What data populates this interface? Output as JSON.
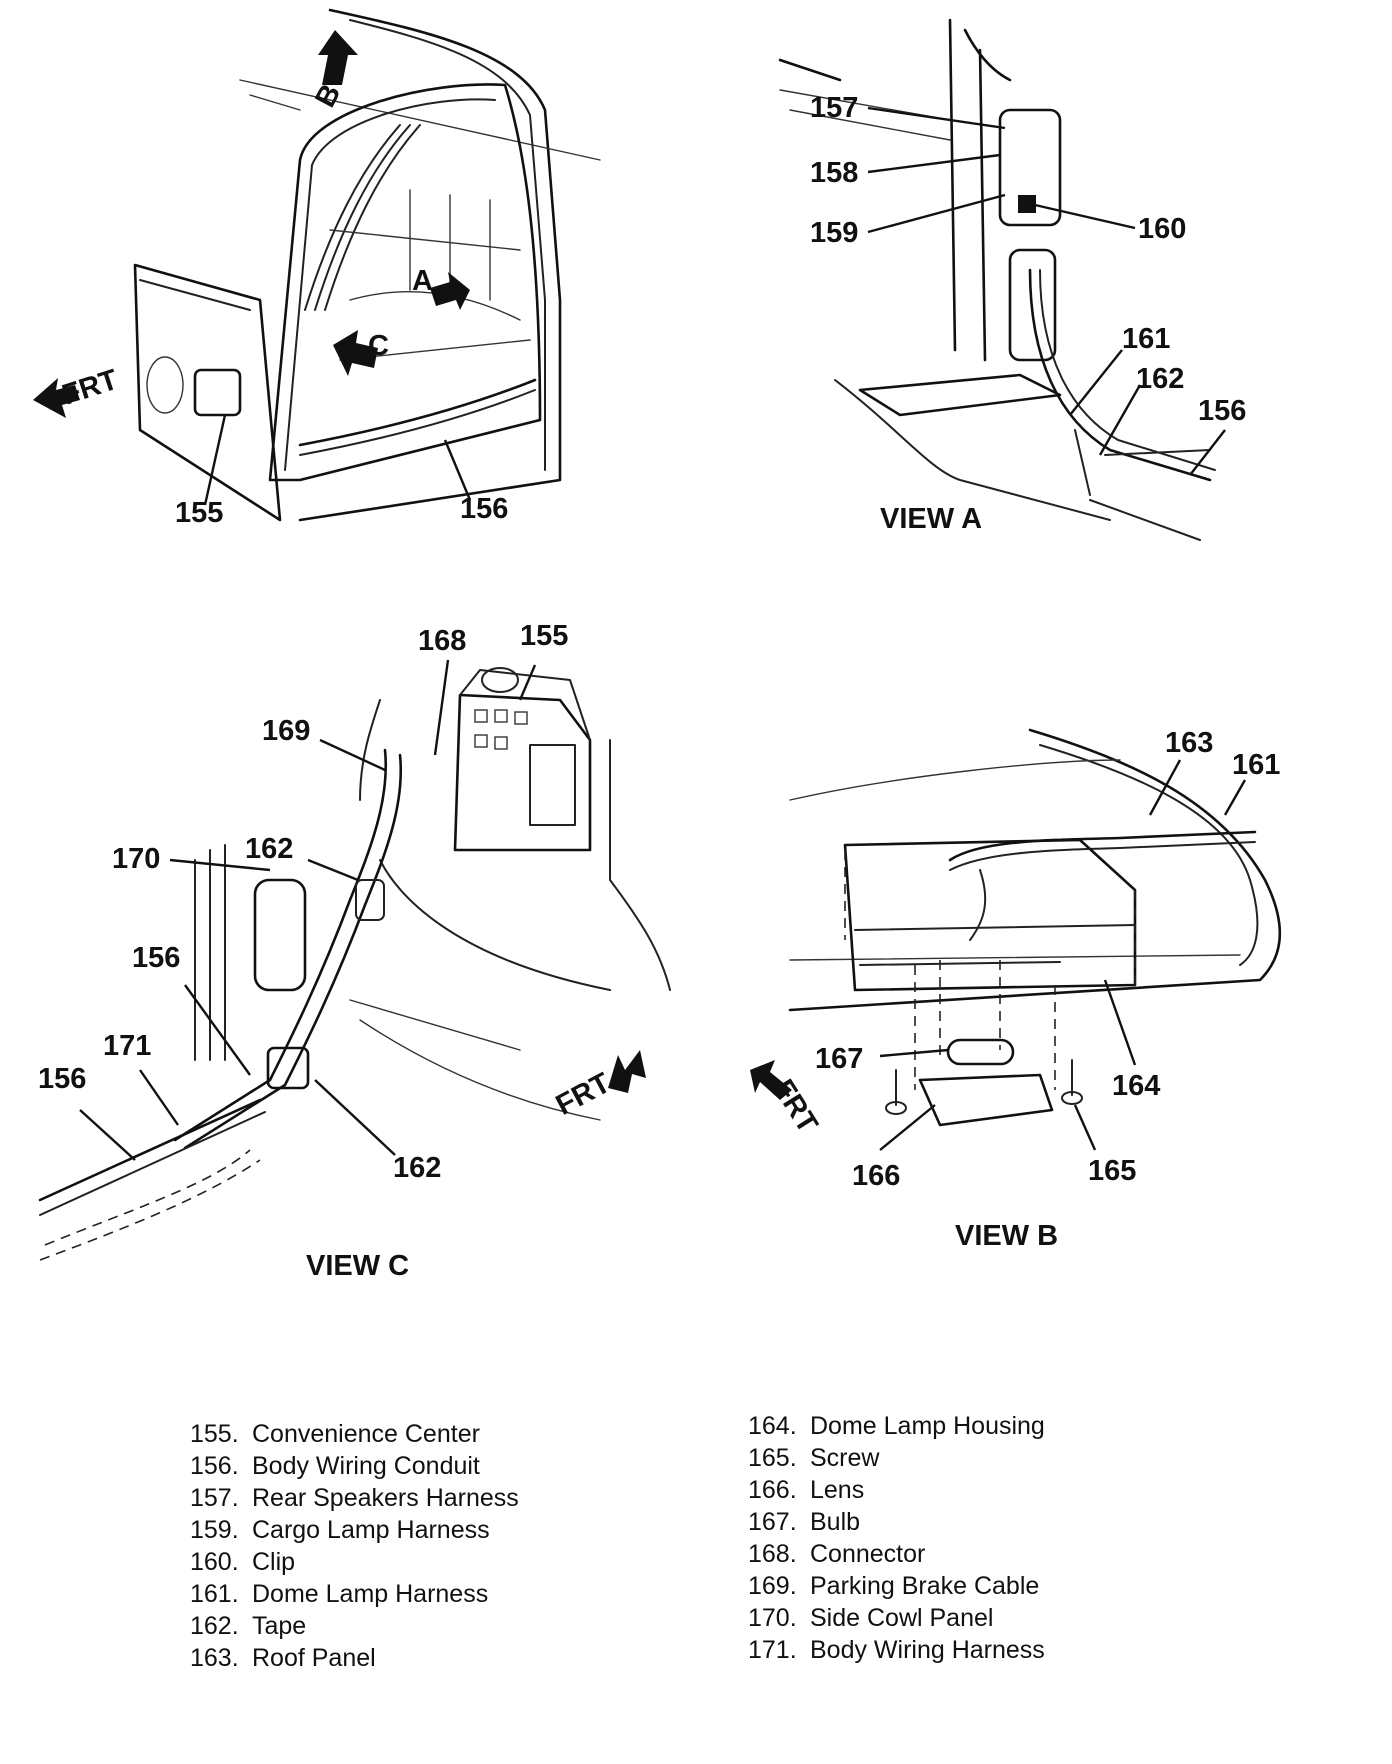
{
  "views": {
    "main": {
      "labels": {
        "155": "155",
        "156": "156",
        "A": "A",
        "B": "B",
        "C": "C",
        "frt": "FRT"
      }
    },
    "view_a": {
      "title": "VIEW A",
      "labels": {
        "157": "157",
        "158": "158",
        "159": "159",
        "160": "160",
        "161": "161",
        "162": "162",
        "156": "156"
      }
    },
    "view_c": {
      "title": "VIEW C",
      "labels": {
        "168": "168",
        "155": "155",
        "169": "169",
        "170": "170",
        "162a": "162",
        "156a": "156",
        "171": "171",
        "156b": "156",
        "162b": "162",
        "frt": "FRT"
      }
    },
    "view_b": {
      "title": "VIEW B",
      "labels": {
        "163": "163",
        "161": "161",
        "167": "167",
        "164": "164",
        "166": "166",
        "165": "165",
        "frt": "FRT"
      }
    }
  },
  "legend": {
    "left": [
      {
        "num": "155.",
        "text": "Convenience Center"
      },
      {
        "num": "156.",
        "text": "Body Wiring Conduit"
      },
      {
        "num": "157.",
        "text": "Rear Speakers Harness"
      },
      {
        "num": "159.",
        "text": "Cargo Lamp Harness"
      },
      {
        "num": "160.",
        "text": "Clip"
      },
      {
        "num": "161.",
        "text": "Dome Lamp Harness"
      },
      {
        "num": "162.",
        "text": "Tape"
      },
      {
        "num": "163.",
        "text": "Roof Panel"
      }
    ],
    "right": [
      {
        "num": "164.",
        "text": "Dome Lamp Housing"
      },
      {
        "num": "165.",
        "text": "Screw"
      },
      {
        "num": "166.",
        "text": "Lens"
      },
      {
        "num": "167.",
        "text": "Bulb"
      },
      {
        "num": "168.",
        "text": "Connector"
      },
      {
        "num": "169.",
        "text": "Parking Brake Cable"
      },
      {
        "num": "170.",
        "text": "Side Cowl Panel"
      },
      {
        "num": "171.",
        "text": "Body Wiring Harness"
      }
    ]
  }
}
